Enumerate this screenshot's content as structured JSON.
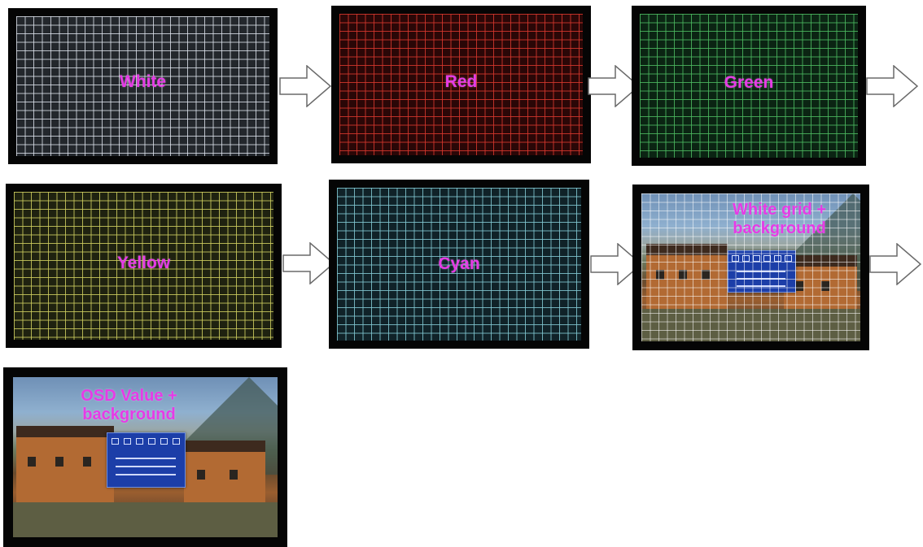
{
  "panels": {
    "white": {
      "label": "White"
    },
    "red": {
      "label": "Red"
    },
    "green": {
      "label": "Green"
    },
    "yellow": {
      "label": "Yellow"
    },
    "cyan": {
      "label": "Cyan"
    },
    "grid_background": {
      "line1": "White grid +",
      "line2": "background"
    },
    "osd_background": {
      "line1": "OSD Value +",
      "line2": "background"
    }
  },
  "colors": {
    "label": "#e63be6",
    "white_grid": "#e1e6f0",
    "red_grid": "#d7372d",
    "green_grid": "#4bb95f",
    "yellow_grid": "#cdcd5f",
    "cyan_grid": "#82c8d2",
    "osd_menu": "#1c3ea8"
  },
  "icons": [
    "arrow-right-icon"
  ]
}
